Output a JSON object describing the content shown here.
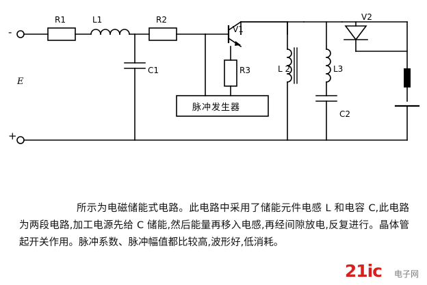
{
  "diagram": {
    "title_labels": {
      "r1": "R1",
      "l1": "L1",
      "r2": "R2",
      "c1": "C1",
      "v1": "V1",
      "r3": "R3",
      "l2": "L 2",
      "l3": "L3",
      "c2": "C2",
      "v2": "V2",
      "source": "E",
      "terminal_minus": "-",
      "terminal_plus": "+"
    },
    "pulse_generator_box": "脉冲发生器"
  },
  "caption": "所示为电磁储能式电路。此电路中采用了储能元件电感 L 和电容 C,此电路为两段电路,加工电源先给 C 储能,然后能量再移入电感,再经间隙放电,反复进行。晶体管起开关作用。脉冲系数、脉冲幅值都比较高,波形好,低消耗。",
  "watermark": {
    "brand": "21ic",
    "suffix": "电子网"
  },
  "colors": {
    "line": "#000000",
    "watermark_red": "#d8201f",
    "watermark_gray": "#7a7a7a"
  }
}
